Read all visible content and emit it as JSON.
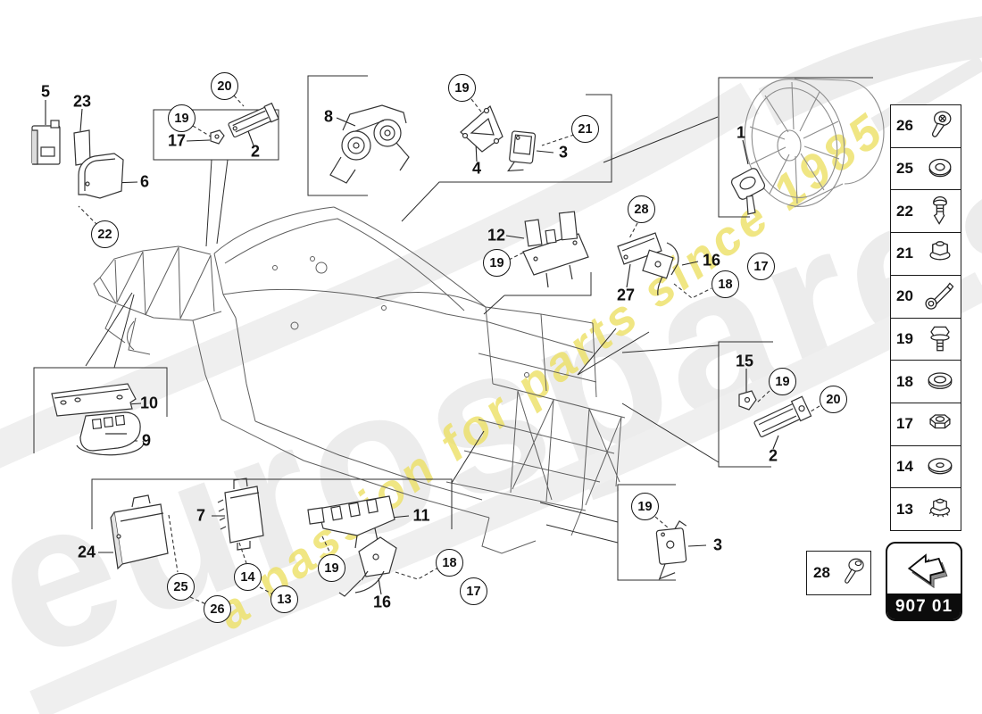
{
  "watermark": {
    "brand": "eurospares",
    "tagline": "a passion for parts since 1985"
  },
  "callouts": [
    "22",
    "19",
    "20",
    "19",
    "21",
    "28",
    "19",
    "18",
    "17",
    "19",
    "20",
    "19",
    "25",
    "26",
    "14",
    "13",
    "19",
    "18",
    "17"
  ],
  "labels": [
    "5",
    "23",
    "6",
    "17",
    "2",
    "8",
    "4",
    "3",
    "12",
    "27",
    "16",
    "1",
    "15",
    "2",
    "3",
    "10",
    "9",
    "24",
    "7",
    "11",
    "16"
  ],
  "sidebar": {
    "rows": [
      {
        "num": "26",
        "icon": "torx-screw"
      },
      {
        "num": "25",
        "icon": "grommet-washer"
      },
      {
        "num": "22",
        "icon": "expansion-rivet"
      },
      {
        "num": "21",
        "icon": "flange-nut"
      },
      {
        "num": "20",
        "icon": "hex-bolt-long"
      },
      {
        "num": "19",
        "icon": "hex-flange-bolt"
      },
      {
        "num": "18",
        "icon": "washer-large-hole"
      },
      {
        "num": "17",
        "icon": "hex-nut"
      },
      {
        "num": "14",
        "icon": "washer-flat"
      },
      {
        "num": "13",
        "icon": "flange-lock-nut"
      }
    ]
  },
  "screw_box": {
    "num": "28",
    "icon": "pan-head-screw"
  },
  "group_box": {
    "code": "907 01"
  }
}
